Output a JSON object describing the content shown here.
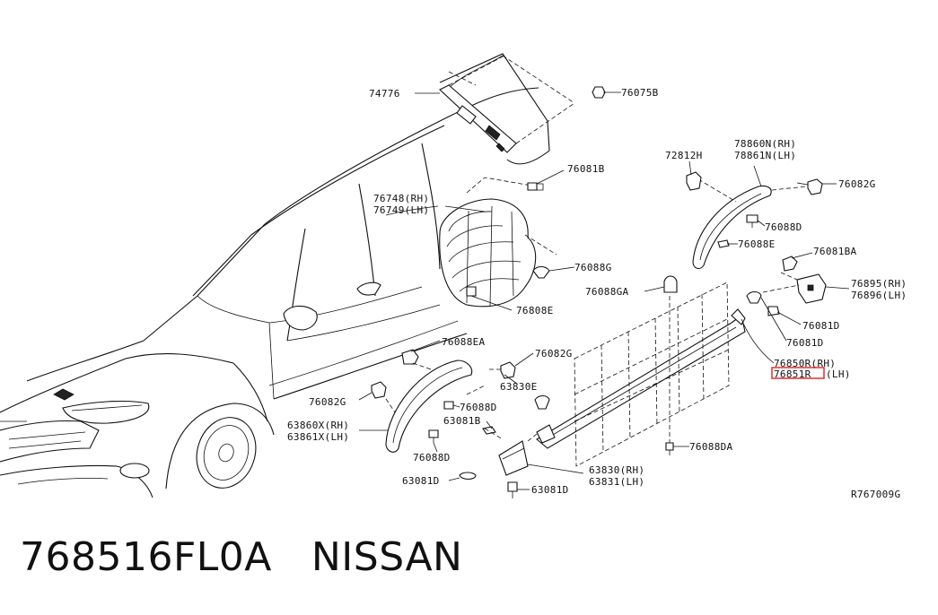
{
  "callouts": {
    "c74776": "74776",
    "c76075b": "76075B",
    "c76081b": "76081B",
    "c76748": "76748(RH)",
    "c76749": "76749(LH)",
    "c76088g": "76088G",
    "c76808e": "76808E",
    "c72812h": "72812H",
    "c78860n": "78860N(RH)",
    "c78861n": "78861N(LH)",
    "c76082g_a": "76082G",
    "c76088d_a": "76088D",
    "c76088e": "76088E",
    "c76081ba": "76081BA",
    "c76895": "76895(RH)",
    "c76896": "76896(LH)",
    "c76088ga": "76088GA",
    "c76081d_a": "76081D",
    "c76081d_b": "76081D",
    "c76088ea": "76088EA",
    "c76082g_b": "76082G",
    "c76850r": "76850R(RH)",
    "c76851r_code": "76851R",
    "c76851r_side": "(LH)",
    "c63830e": "63830E",
    "c76082g_c": "76082G",
    "c76088d_b": "76088D",
    "c63860x": "63860X(RH)",
    "c63861x": "63861X(LH)",
    "c63081b": "63081B",
    "c76088d_c": "76088D",
    "c76088da": "76088DA",
    "c63830": "63830(RH)",
    "c63831": "63831(LH)",
    "c63081d_a": "63081D",
    "c63081d_b": "63081D"
  },
  "diagram_ref": "R767009G",
  "footer": {
    "part_number": "768516FL0A",
    "brand": "NISSAN"
  },
  "colors": {
    "line": "#111111",
    "highlight": "#e02020",
    "background": "#ffffff"
  }
}
